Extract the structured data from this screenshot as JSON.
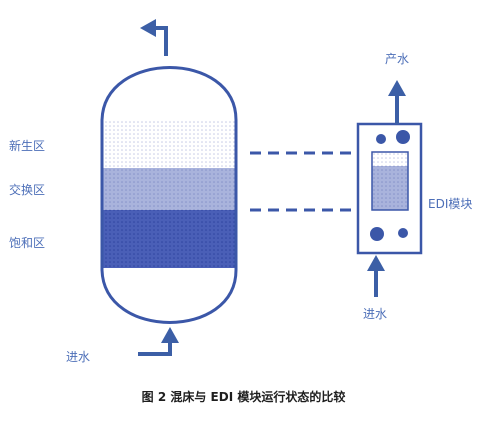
{
  "labels": {
    "regen_zone": "新生区",
    "exchange_zone": "交换区",
    "saturated_zone": "饱和区",
    "mixed_bed_inlet": "进水",
    "product_water": "产水",
    "edi_module": "EDI模块",
    "edi_inlet": "进水"
  },
  "caption": "图 2  混床与 EDI 模块运行状态的比较",
  "colors": {
    "outline": "#3b57a8",
    "arrow": "#3c5fa6",
    "dots_light": "#c6cbe6",
    "exchange_fill": "#9aa6d4",
    "saturated_fill": "#3f55b0"
  }
}
